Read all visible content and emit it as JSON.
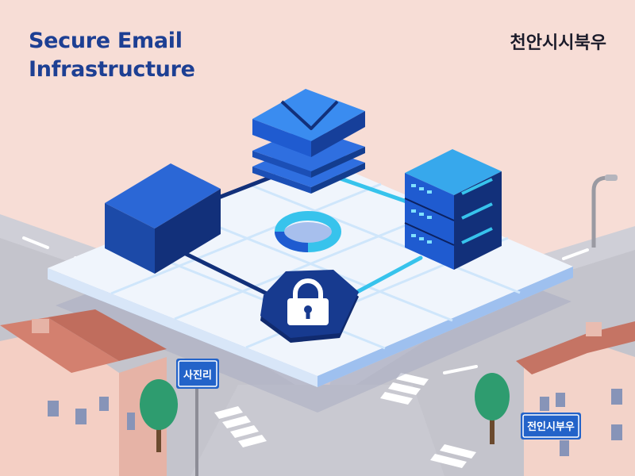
{
  "header": {
    "title_line1": "Secure Email",
    "title_line2": "Infrastructure",
    "region_label": "천안시시북우"
  },
  "signs": {
    "left_street_sign": "사진리",
    "right_building_sign": "전인시부우"
  },
  "icons": [
    "email-stack-icon",
    "server-rack-icon",
    "storage-cube-icon",
    "padlock-icon",
    "donut-ring-icon",
    "street-lamp-icon"
  ],
  "colors": {
    "background": "#f7ddd6",
    "title": "#1d3f93",
    "platform": "#eef4fb",
    "node_blue": "#1f5bd0",
    "node_dark": "#12307a",
    "accent_cyan": "#37c3ec",
    "road": "#c9c9d1"
  }
}
